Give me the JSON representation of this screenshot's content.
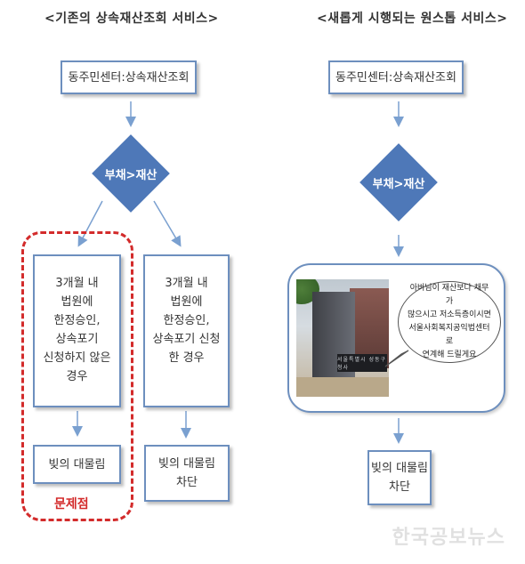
{
  "left": {
    "title": "<기존의 상속재산조회 서비스>",
    "start_box": "동주민센터:상속재산조회",
    "decision": "부채>재산",
    "case_a": {
      "lines": [
        "3개월 내",
        "법원에",
        "한정승인,",
        "상속포기",
        "신청하지 않은",
        "경우"
      ],
      "result": "빚의 대물림",
      "problem_label": "문제점"
    },
    "case_b": {
      "lines": [
        "3개월 내",
        "법원에",
        "한정승인,",
        "상속포기 신청",
        "한 경우"
      ],
      "result_lines": [
        "빚의 대물림",
        "차단"
      ]
    }
  },
  "right": {
    "title": "<새롭게 시행되는 원스톱 서비스>",
    "start_box": "동주민센터:상속재산조회",
    "decision": "부채>재산",
    "photo_sign": "서울특별시 성동구 청사",
    "bubble_lines": [
      "아버님이 재산보다 채무가",
      "많으시고 저소득층이시면",
      "서울사회복지공익법센터로",
      "연계해 드릴게요"
    ],
    "result_lines": [
      "빚의 대물림",
      "차단"
    ]
  },
  "watermark": "한국공보뉴스",
  "colors": {
    "box_border": "#6d8fbe",
    "diamond": "#4e78b8",
    "arrow": "#7aa0d0",
    "problem": "#d32b2b"
  }
}
